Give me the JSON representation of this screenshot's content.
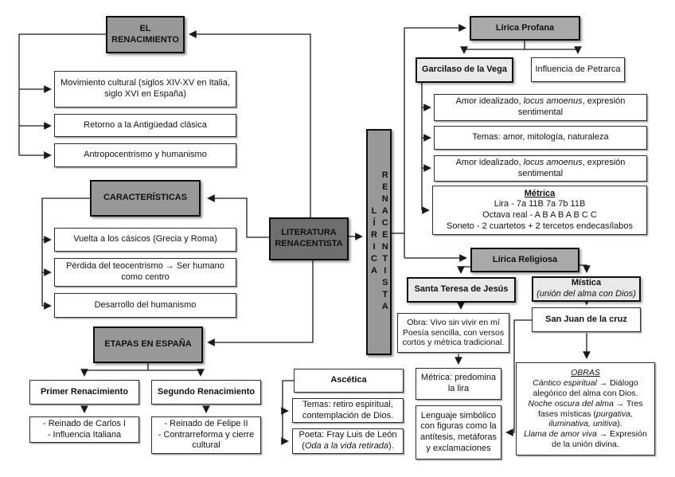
{
  "palette": {
    "node_dark": "#6f6f6f",
    "node_gray": "#989898",
    "node_midgray": "#a9a9a9",
    "node_lightgray": "#e9e9e9",
    "node_white": "#ffffff",
    "line": "#1a1a1a"
  },
  "renacimiento": {
    "title": "EL RENACIMIENTO",
    "items": [
      "Movimiento cultural (siglos XIV-XV en Italia, siglo XVI en España)",
      "Retorno a la Antigüedad clásica",
      "Antropocentrismo y humanismo"
    ]
  },
  "caracteristicas": {
    "title": "CARACTERÍSTICAS",
    "items": [
      "Vuelta a los cásicos (Grecia y Roma)",
      "Pérdida del teocentrismo → Ser humano como centro",
      "Desarrollo del humanismo"
    ]
  },
  "literatura": {
    "title": "LITERATURA RENACENTISTA"
  },
  "etapas": {
    "title": "ETAPAS EN ESPAÑA",
    "primer": {
      "title": "Primer Renacimiento",
      "detail": "- Reinado de Carlos I\n- Influencia Italiana"
    },
    "segundo": {
      "title": "Segundo Renacimiento",
      "detail": "- Reinado de Felipe II\n- Contrarreforma y cierre cultural"
    }
  },
  "lirica": {
    "title": "LÍRICA RENACENTISTA"
  },
  "profana": {
    "title": "Lírica Profana",
    "garcilaso": "Garcilaso de la Vega",
    "petrarca": "Influencia de Petrarca",
    "amor1": {
      "pre": "Amor idealizado, ",
      "it": "locus amoenus",
      "post": ", expresión sentimental"
    },
    "temas": "Temas: amor, mitología, naturaleza",
    "amor2": {
      "pre": "Amor idealizado, ",
      "it": "locus amoenus",
      "post": ", expresión sentimental"
    },
    "metrica": {
      "title": "Métrica",
      "lines": [
        "Lira - 7a 11B 7a 7b 11B",
        "Octava real - A B A B A B C C",
        "Soneto - 2 cuartetos + 2 tercetos endecasílabos"
      ]
    }
  },
  "religiosa": {
    "title": "Lírica Religiosa",
    "santa_teresa": {
      "title": "Santa Teresa de Jesús",
      "obra": "Obra: Vivo sin vivir en mí Poesía sencilla, con versos cortos y métrica tradicional.",
      "metrica": "Métrica: predomina la lira",
      "lenguaje": "Lenguaje simbólico con figuras como la antítesis, metáforas y exclamaciones"
    },
    "mistica": {
      "title": "Mística",
      "subtitle": "(unión del alma con Dios)"
    },
    "san_juan": {
      "title": "San Juan de la cruz",
      "obras": {
        "title": "OBRAS",
        "o1_it": "Cántico espiritual",
        "o1": " → Diálogo alegórico del alma con Dios.",
        "o2_it": "Noche oscura del alma",
        "o2": " → Tres fases místicas (",
        "o2_it2": "purgativa, iluminativa, unitiva",
        "o2_end": ").",
        "o3_it": "Llama de amor viva",
        "o3": " → Expresión de la unión divina."
      }
    }
  },
  "ascetica": {
    "title": "Ascética",
    "temas": "Temas: retiro espiritual, contemplación de Dios.",
    "poeta_pre": "Poeta: Fray Luis de León (",
    "poeta_it": "Oda a la vida retirada",
    "poeta_post": ")."
  }
}
